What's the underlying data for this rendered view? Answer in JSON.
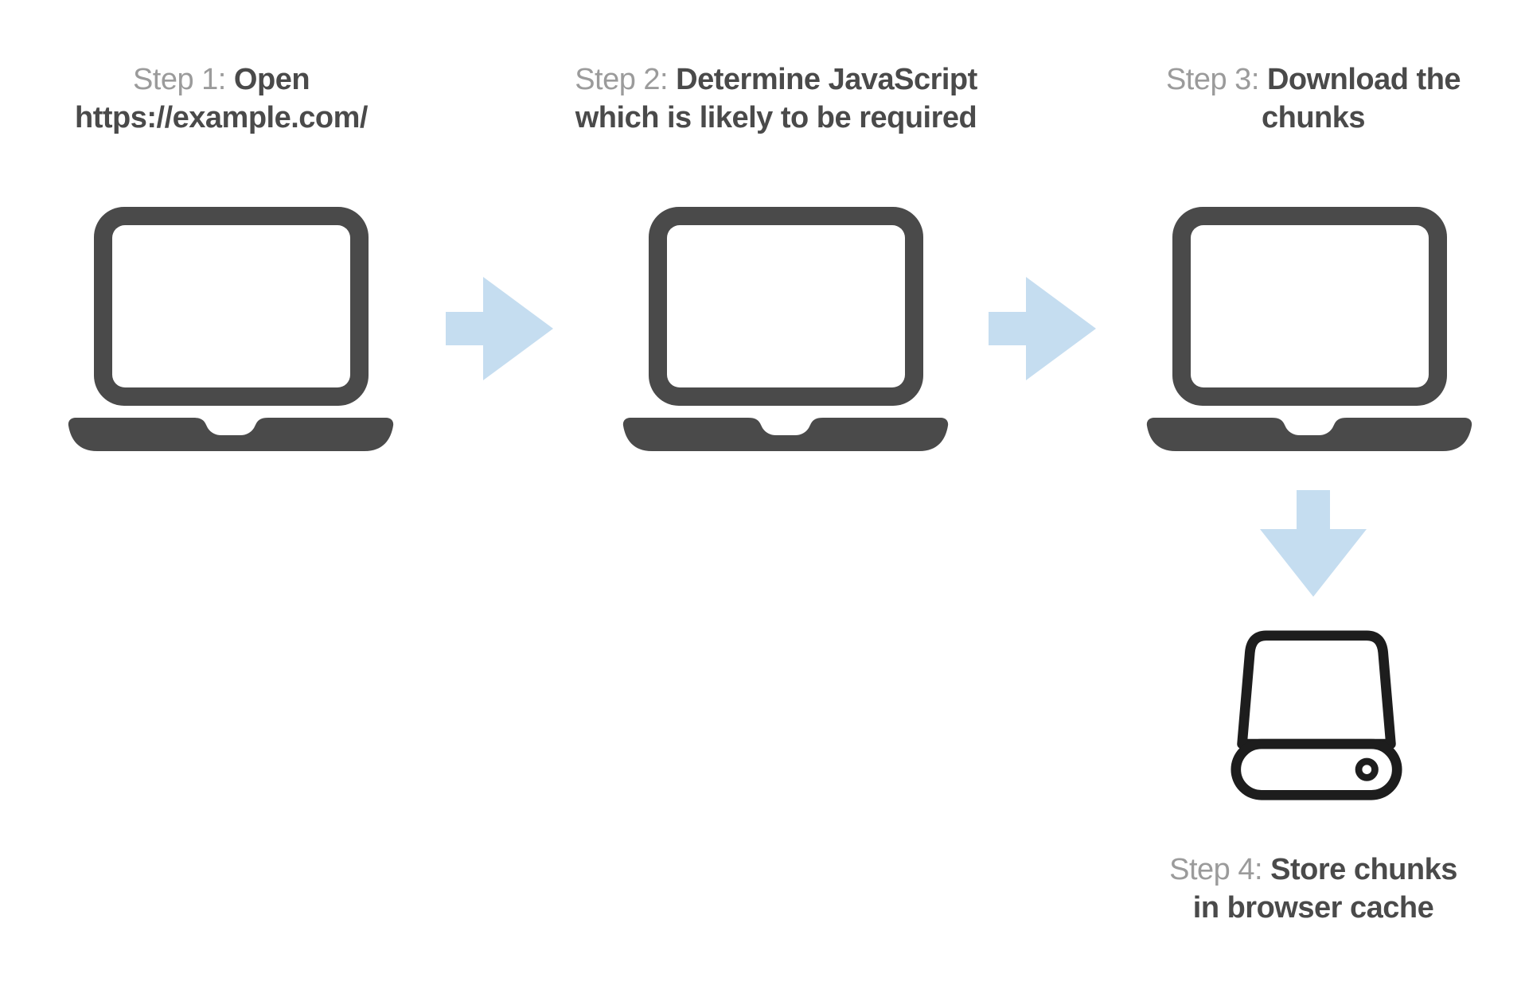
{
  "colors": {
    "background": "#ffffff",
    "step-prefix": "#9b9b9b",
    "step-bold": "#4a4a4a",
    "device": "#4a4a4a",
    "arrow": "#c5ddf0",
    "drive": "#1d1d1d"
  },
  "steps": [
    {
      "prefix": "Step 1: ",
      "bold": "Open\nhttps://example.com/"
    },
    {
      "prefix": "Step 2: ",
      "bold": "Determine JavaScript\nwhich is likely to be required"
    },
    {
      "prefix": "Step 3: ",
      "bold": "Download the\nchunks"
    },
    {
      "prefix": "Step 4: ",
      "bold": "Store chunks\nin browser cache"
    }
  ]
}
